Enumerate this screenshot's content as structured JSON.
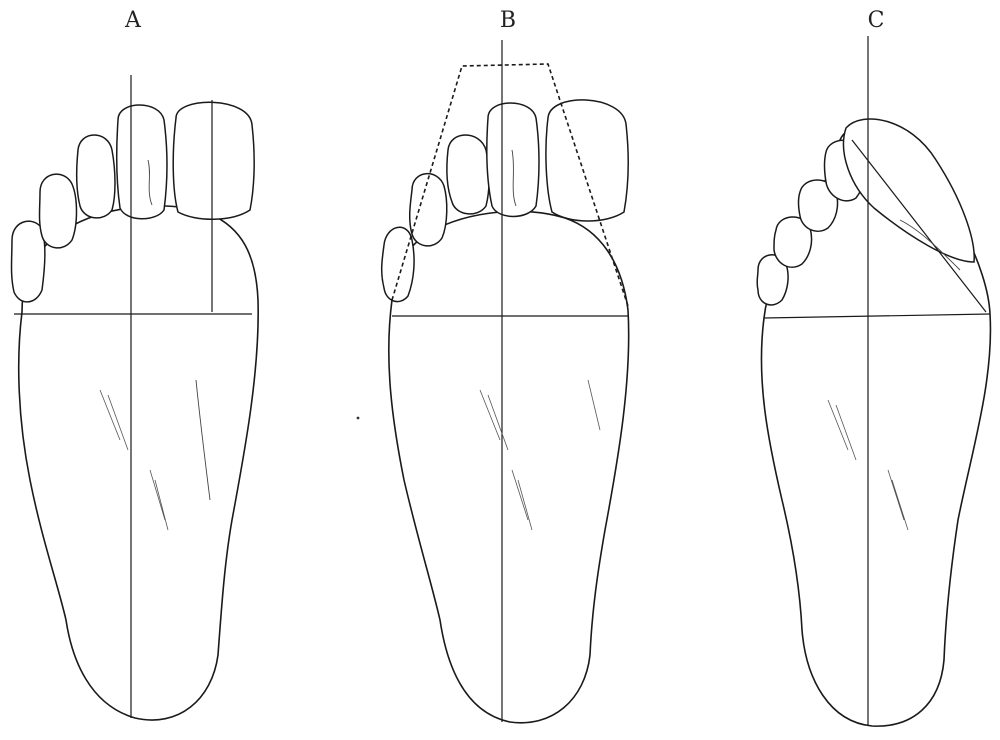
{
  "figures": [
    {
      "id": "foot-a",
      "label": "A"
    },
    {
      "id": "foot-b",
      "label": "B"
    },
    {
      "id": "foot-c",
      "label": "C"
    }
  ]
}
